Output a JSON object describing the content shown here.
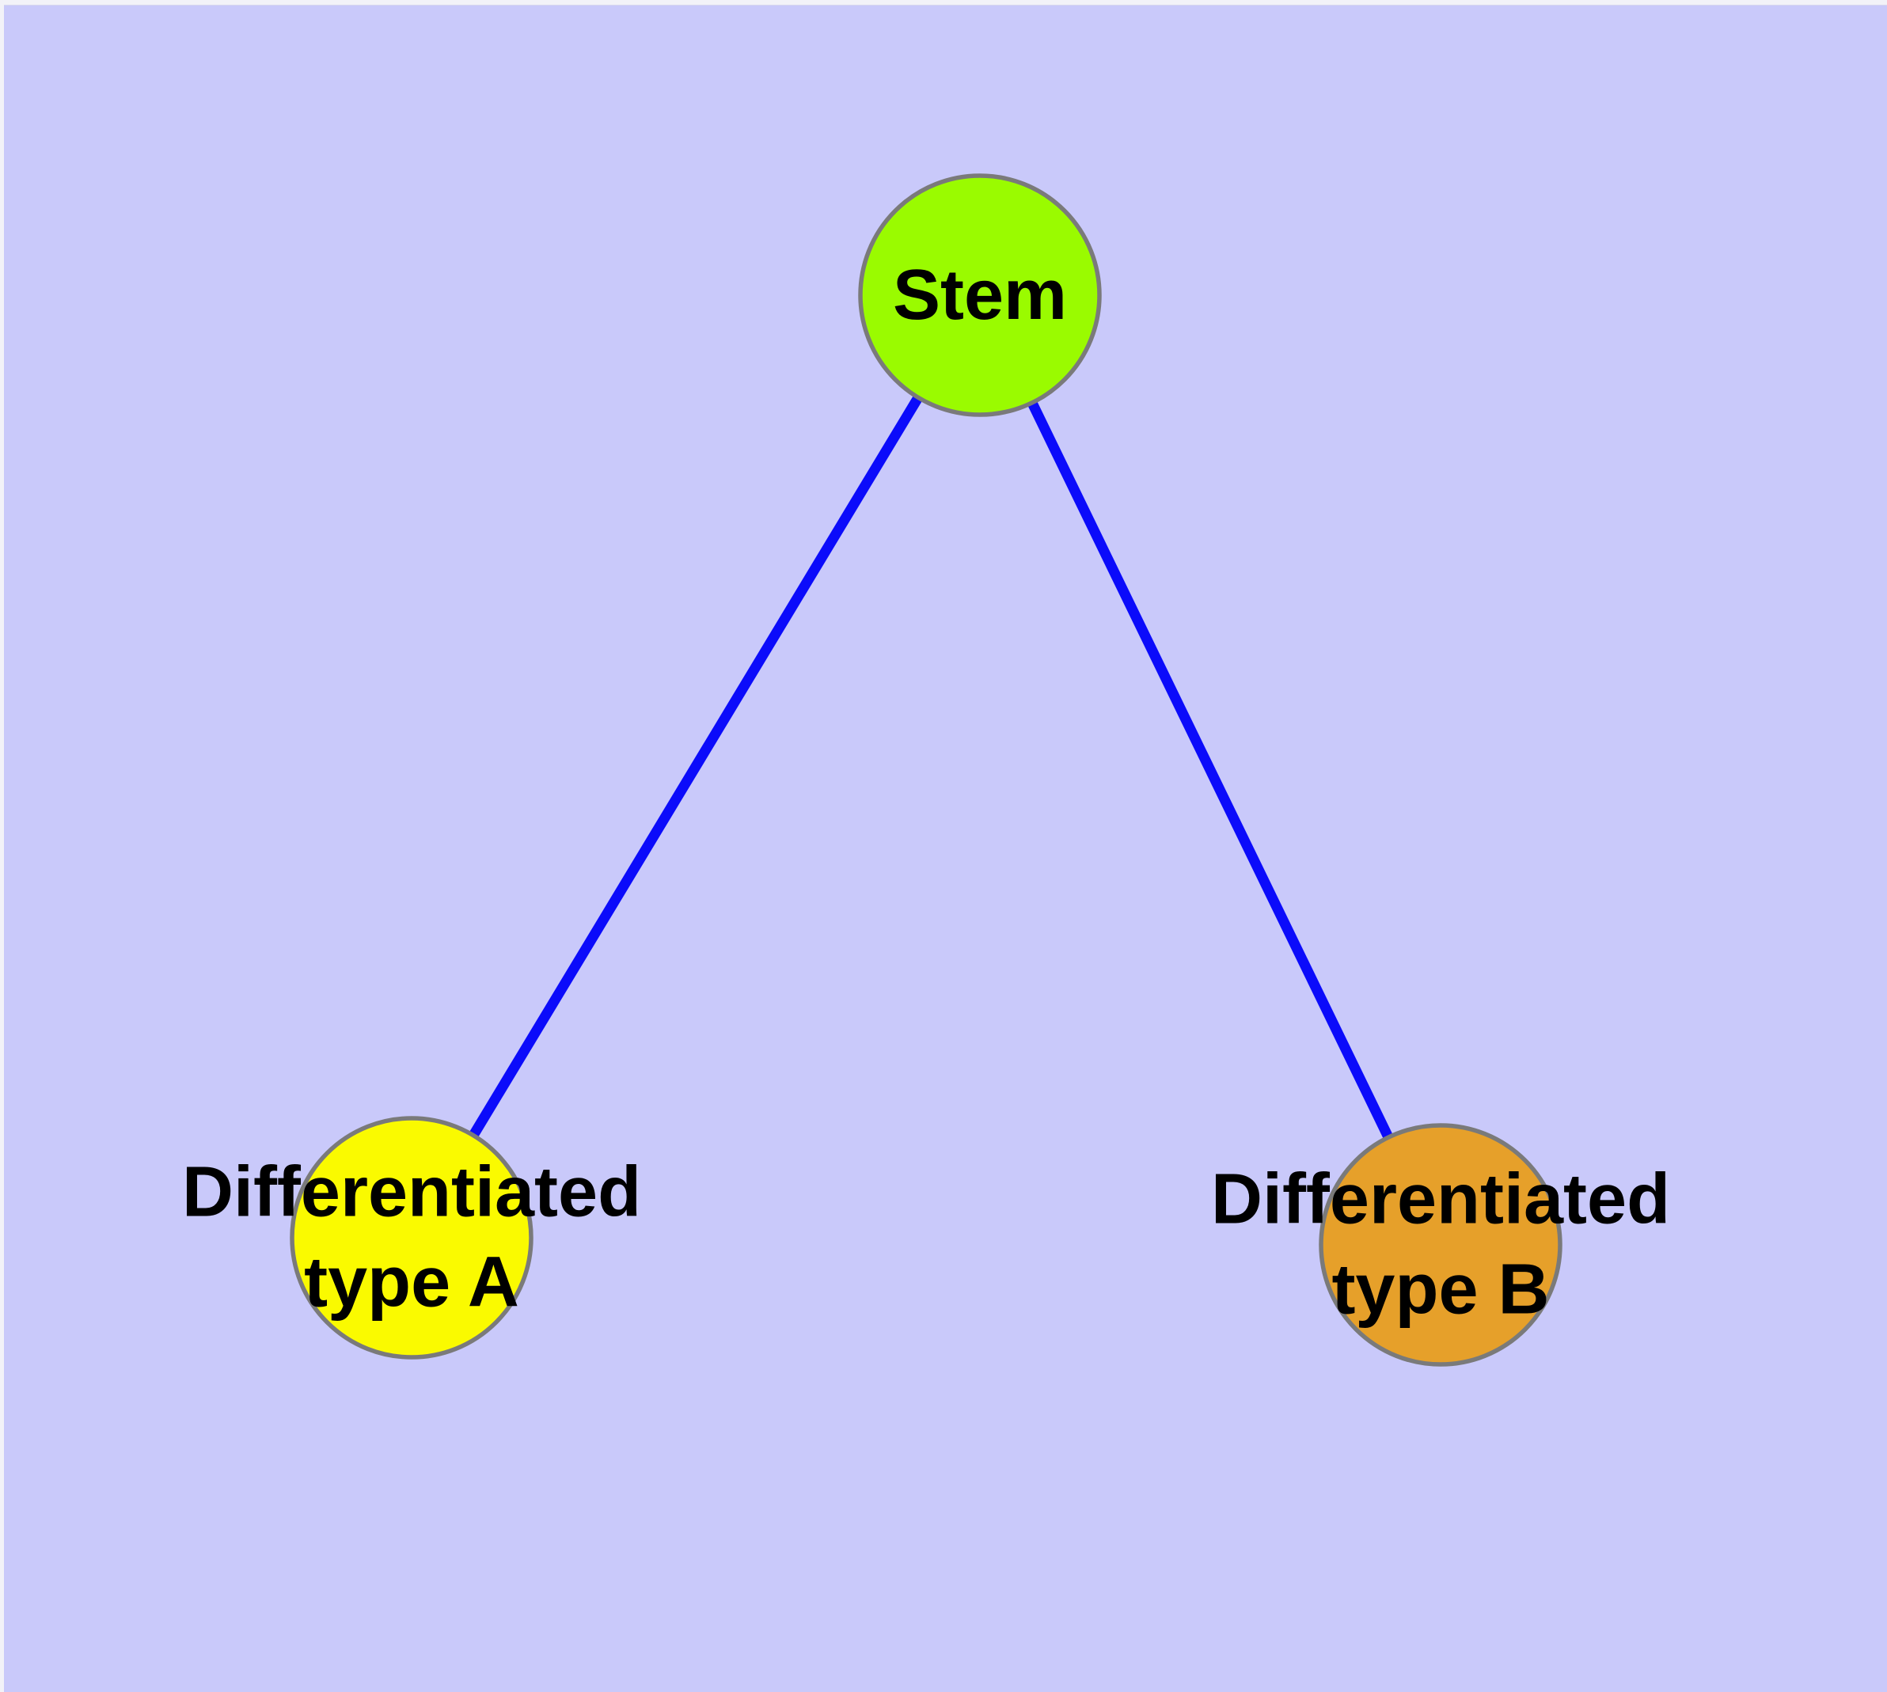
{
  "diagram": {
    "type": "graph",
    "description": "Cell differentiation tree: one stem node with two differentiated child nodes",
    "background_color": "#C9C9FA",
    "edge_color": "#0B0BFA",
    "node_border_color": "#7A7A7A",
    "text_color": "#000000",
    "nodes": [
      {
        "id": "stem",
        "label_line1": "Stem",
        "label_line2": "",
        "fill": "#9AFB00"
      },
      {
        "id": "differentiated-type-a",
        "label_line1": "Differentiated",
        "label_line2": "type A",
        "fill": "#FAFA00"
      },
      {
        "id": "differentiated-type-b",
        "label_line1": "Differentiated",
        "label_line2": "type B",
        "fill": "#E6A02A"
      }
    ],
    "edges": [
      {
        "from": "stem",
        "to": "differentiated-type-a"
      },
      {
        "from": "stem",
        "to": "differentiated-type-b"
      }
    ]
  }
}
